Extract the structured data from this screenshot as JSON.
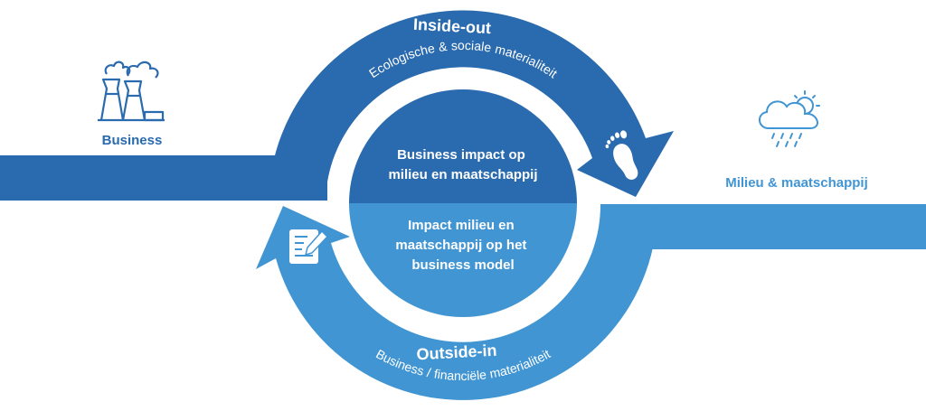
{
  "colors": {
    "dark_blue": "#2a6aae",
    "light_blue": "#4195d3",
    "white": "#ffffff"
  },
  "left_node": {
    "label": "Business",
    "icon": "factory-icon"
  },
  "right_node": {
    "label": "Milieu & maatschappij",
    "icon": "cloud-rain-sun-icon"
  },
  "inside_out": {
    "title": "Inside-out",
    "subtitle": "Ecologische & sociale materialiteit",
    "icon": "footprint-icon"
  },
  "outside_in": {
    "title": "Outside-in",
    "subtitle": "Business / financiële materialiteit",
    "icon": "notepad-pen-icon"
  },
  "center": {
    "top_lines": [
      "Business impact op",
      "milieu en maatschappij"
    ],
    "bottom_lines": [
      "Impact milieu en",
      "maatschappij op het",
      "business model"
    ]
  }
}
